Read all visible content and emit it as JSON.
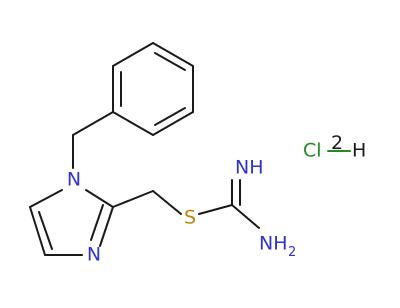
{
  "molecule": {
    "atoms": {
      "n1": "N",
      "n3": "N",
      "s": "S",
      "imine": "NH",
      "amine": "NH",
      "amine_subscript": "2",
      "cl": "Cl",
      "h": "H",
      "charge_label": "2"
    },
    "colors": {
      "nitrogen": "#3232cd",
      "sulfur": "#b8860b",
      "chlorine": "#228b22",
      "bond": "#1a1a1a"
    }
  }
}
